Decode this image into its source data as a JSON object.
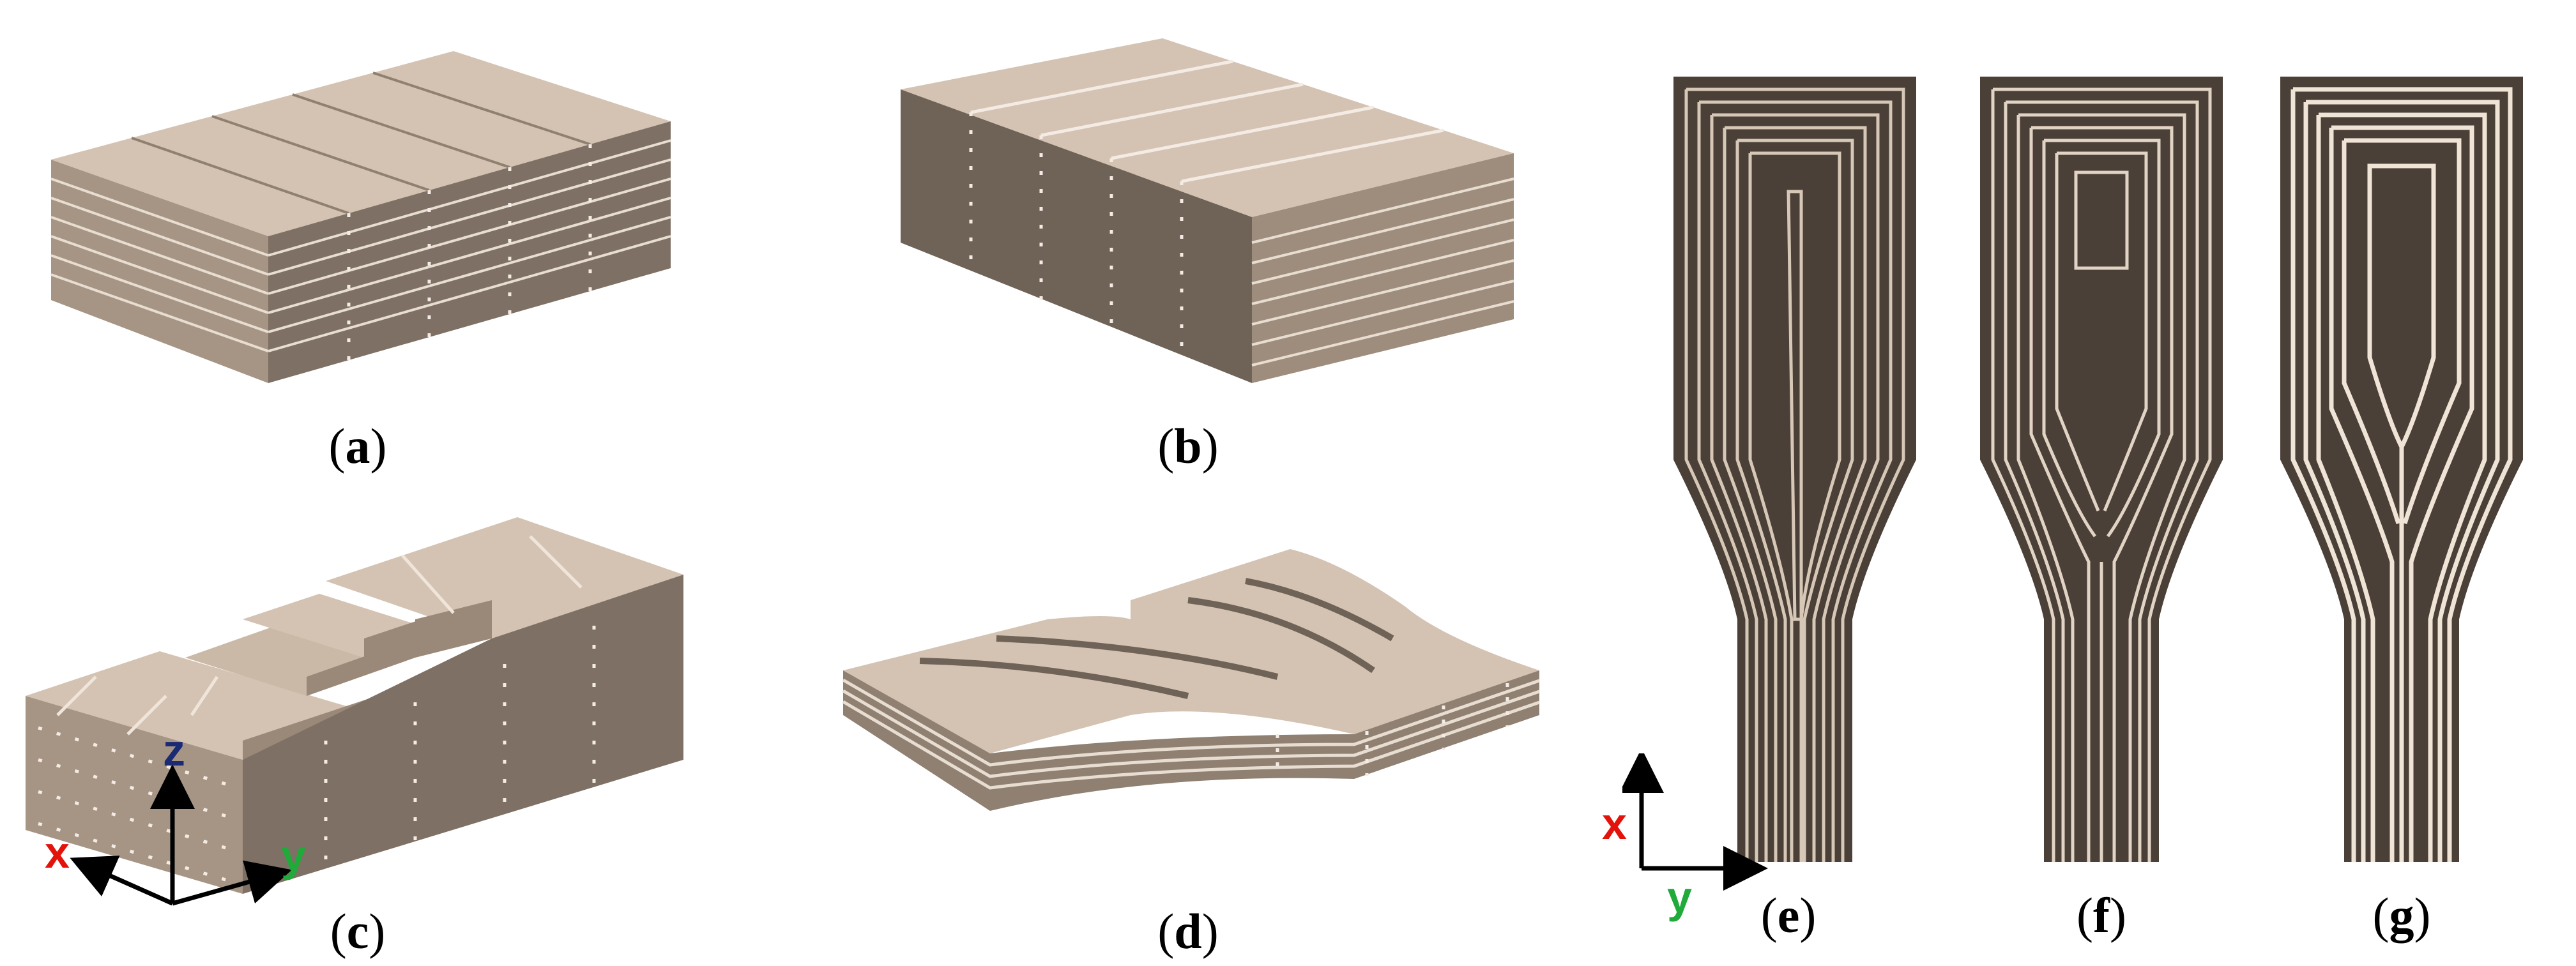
{
  "figure": {
    "panels": [
      {
        "id": "a",
        "label": "a"
      },
      {
        "id": "b",
        "label": "b"
      },
      {
        "id": "c",
        "label": "c"
      },
      {
        "id": "d",
        "label": "d"
      },
      {
        "id": "e",
        "label": "e"
      },
      {
        "id": "f",
        "label": "f"
      },
      {
        "id": "g",
        "label": "g"
      }
    ],
    "axes_3d": {
      "x": "x",
      "y": "y",
      "z": "z"
    },
    "axes_2d": {
      "x": "x",
      "y": "y"
    }
  },
  "colors": {
    "top": "#d4c3b3",
    "side": "#8c7d70",
    "front": "#a69584",
    "dark": "#5a4d42",
    "line": "#f4ece4",
    "x_axis": "#e3120b",
    "y_axis": "#1faa3a",
    "z_axis": "#1a2a73"
  }
}
